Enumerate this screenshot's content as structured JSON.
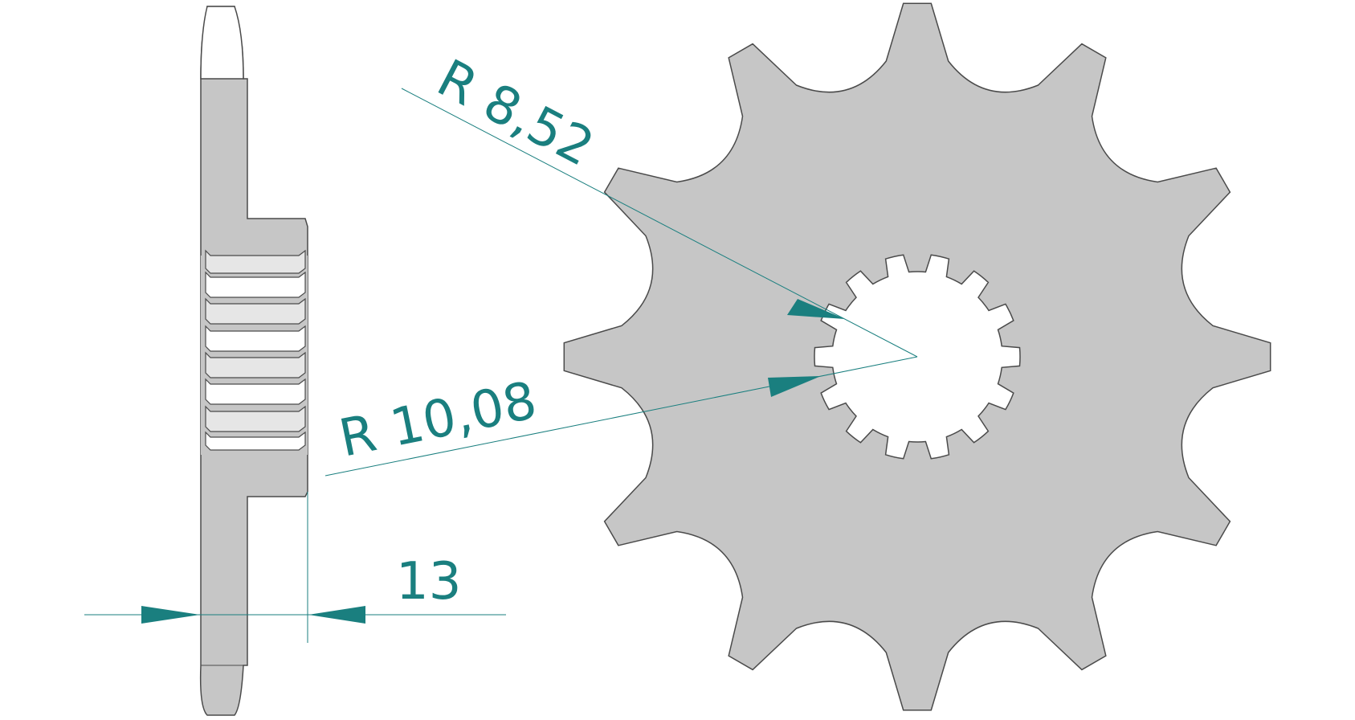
{
  "dimensions": {
    "radius_outer_spline": "R 8,52",
    "radius_inner_spline": "R 10,08",
    "thickness": "13"
  },
  "colors": {
    "part_fill": "#c6c6c6",
    "outline": "#4a4a4a",
    "dimension": "#1a7f7f",
    "background": "#ffffff"
  },
  "sprocket": {
    "teeth": 12,
    "spline_teeth": 14
  }
}
